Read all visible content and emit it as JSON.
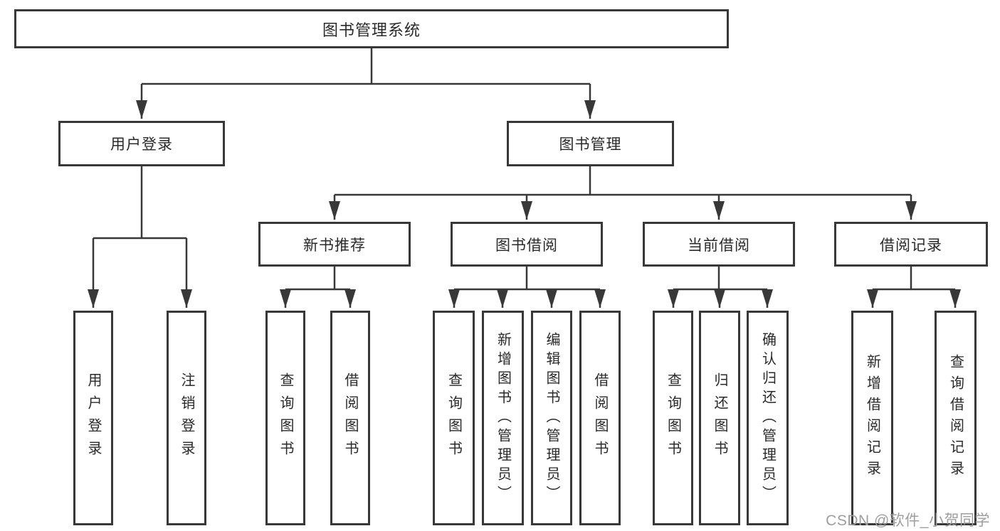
{
  "diagram": {
    "root": {
      "label": "图书管理系统"
    },
    "children": [
      {
        "label": "用户登录",
        "children": [
          {
            "label": "用户登录"
          },
          {
            "label": "注销登录"
          }
        ]
      },
      {
        "label": "图书管理",
        "children": [
          {
            "label": "新书推荐",
            "children": [
              {
                "label": "查询图书"
              },
              {
                "label": "借阅图书"
              }
            ]
          },
          {
            "label": "图书借阅",
            "children": [
              {
                "label": "查询图书"
              },
              {
                "label": "新增图书（管理员）"
              },
              {
                "label": "编辑图书（管理员）"
              },
              {
                "label": "借阅图书"
              }
            ]
          },
          {
            "label": "当前借阅",
            "children": [
              {
                "label": "查询图书"
              },
              {
                "label": "归还图书"
              },
              {
                "label": "确认归还（管理员）"
              }
            ]
          },
          {
            "label": "借阅记录",
            "children": [
              {
                "label": "新增借阅记录"
              },
              {
                "label": "查询借阅记录"
              }
            ]
          }
        ]
      }
    ]
  },
  "watermark": {
    "text": "CSDN @软件_小贺同学"
  },
  "colors": {
    "line": "#383838",
    "box_border": "#383838",
    "text": "#2a2a2a",
    "watermark": "#9e9e9e",
    "background": "#ffffff"
  }
}
